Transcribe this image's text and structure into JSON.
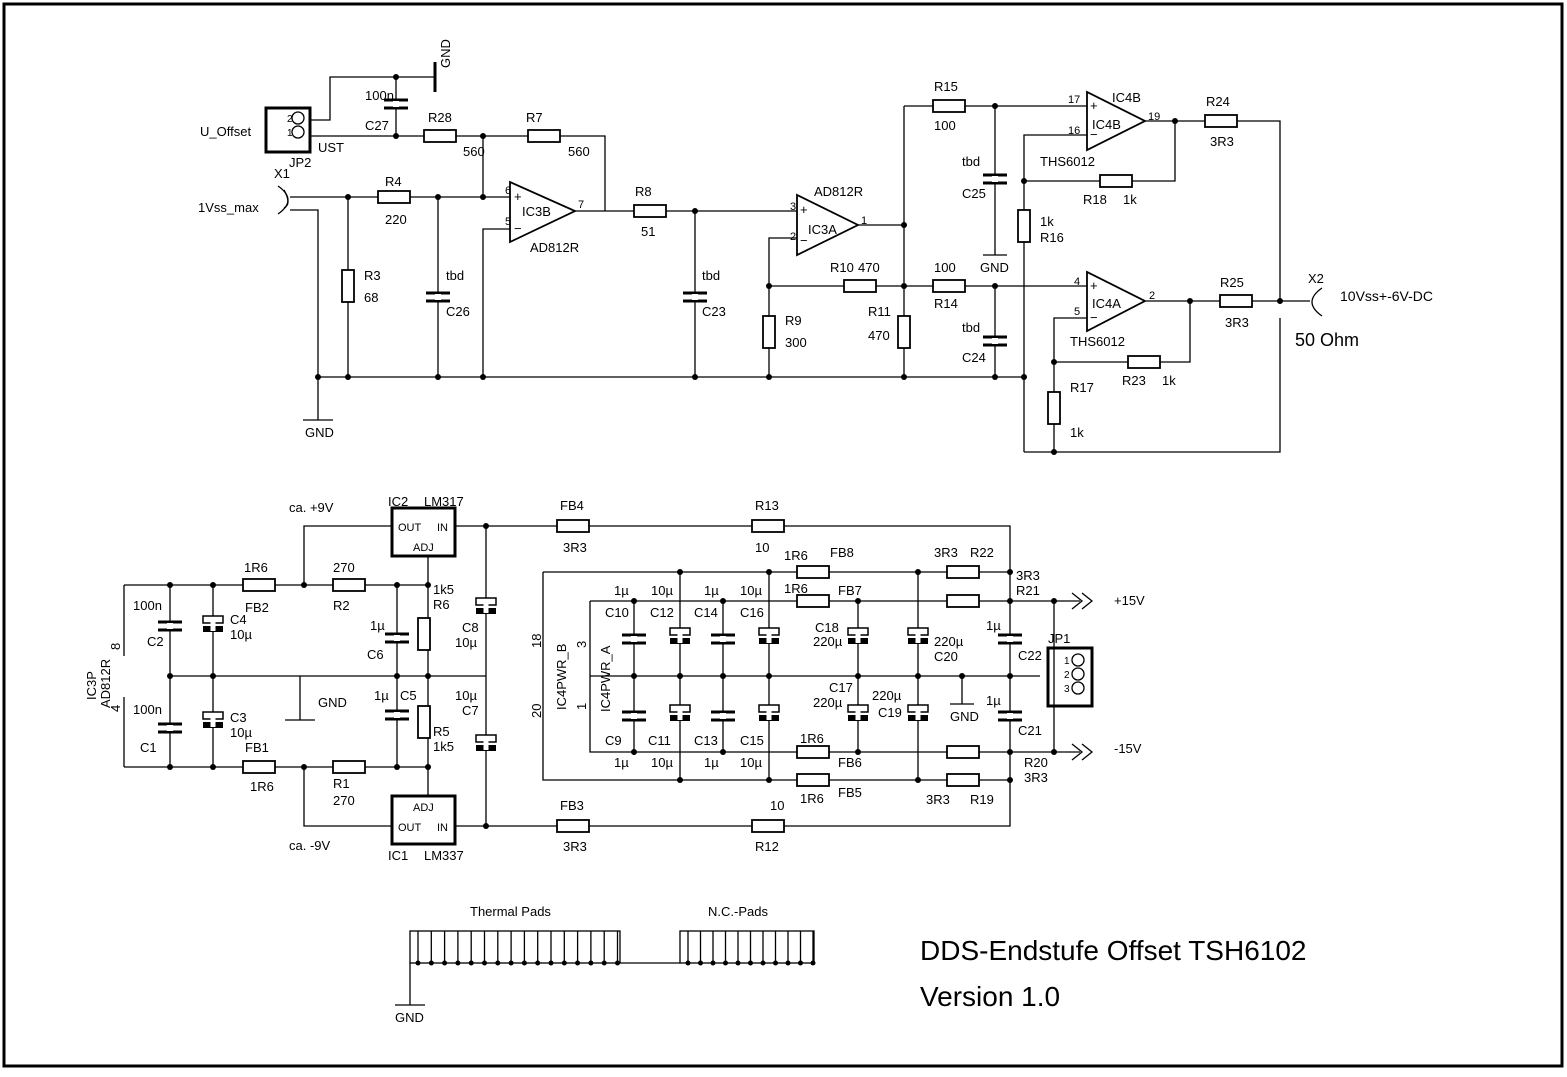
{
  "title": "DDS-Endstufe Offset TSH6102",
  "version": "Version 1.0",
  "labels": {
    "U_Offset": "U_Offset",
    "X1": "X1",
    "in_level": "1Vss_max",
    "JP2": "JP2",
    "UST": "UST",
    "C27": "C27",
    "C27v": "100n",
    "GND": "GND",
    "R28": "R28",
    "R28v": "560",
    "R7": "R7",
    "R7v": "560",
    "R4": "R4",
    "R4v": "220",
    "R3": "R3",
    "R3v": "68",
    "C26": "C26",
    "C26v": "tbd",
    "IC3B": "IC3B",
    "AD812R": "AD812R",
    "R8": "R8",
    "R8v": "51",
    "C23": "C23",
    "C23v": "tbd",
    "IC3A": "IC3A",
    "R10": "R10",
    "R10v": "470",
    "R9": "R9",
    "R9v": "300",
    "R11": "R11",
    "R11v": "470",
    "R15": "R15",
    "R15v": "100",
    "R14": "R14",
    "R14v": "100",
    "C25": "C25",
    "C25v": "tbd",
    "C24": "C24",
    "C24v": "tbd",
    "IC4B": "IC4B",
    "IC4A": "IC4A",
    "THS": "THS6012",
    "R18": "R18",
    "R18v": "1k",
    "R16": "R16",
    "R16v": "1k",
    "R23": "R23",
    "R23v": "1k",
    "R17": "R17",
    "R17v": "1k",
    "R24": "R24",
    "R24v": "3R3",
    "R25": "R25",
    "R25v": "3R3",
    "X2": "X2",
    "out_level": "10Vss+-6V-DC",
    "ohm": "50 Ohm",
    "p6": "6",
    "p5": "5",
    "p7": "7",
    "p3": "3",
    "p2": "2",
    "p1": "1",
    "p17": "17",
    "p16": "16",
    "p19": "19",
    "p4": "4",
    "p5b": "5",
    "p2b": "2",
    "jp2_2": "2",
    "jp2_1": "1",
    "IC2": "IC2",
    "LM317": "LM317",
    "IC1": "IC1",
    "LM337": "LM337",
    "OUT": "OUT",
    "IN": "IN",
    "ADJ": "ADJ",
    "p9": "ca. +9V",
    "m9": "ca. -9V",
    "FB4": "FB4",
    "FB3": "FB3",
    "R13": "R13",
    "R12": "R12",
    "v3R3": "3R3",
    "v10": "10",
    "v1R6": "1R6",
    "v270": "270",
    "v1k5": "1k5",
    "v1u": "1µ",
    "v10u": "10µ",
    "v100n": "100n",
    "v220u": "220µ",
    "FB2": "FB2",
    "FB1": "FB1",
    "R2": "R2",
    "R1": "R1",
    "R6": "R6",
    "R5": "R5",
    "C1": "C1",
    "C2": "C2",
    "C3": "C3",
    "C4": "C4",
    "C5": "C5",
    "C6": "C6",
    "C7": "C7",
    "C8": "C8",
    "IC3P": "IC3P",
    "pin8": "8",
    "pin4": "4",
    "IC4PWR_B": "IC4PWR_B",
    "IC4PWR_A": "IC4PWR_A",
    "p18": "18",
    "p20": "20",
    "p3c": "3",
    "p1c": "1",
    "FB8": "FB8",
    "FB7": "FB7",
    "FB6": "FB6",
    "FB5": "FB5",
    "R22": "R22",
    "R21": "R21",
    "R20": "R20",
    "R19": "R19",
    "C9": "C9",
    "C10": "C10",
    "C11": "C11",
    "C12": "C12",
    "C13": "C13",
    "C14": "C14",
    "C15": "C15",
    "C16": "C16",
    "C17": "C17",
    "C18": "C18",
    "C19": "C19",
    "C20": "C20",
    "C21": "C21",
    "C22": "C22",
    "JP1": "JP1",
    "j1": "1",
    "j2": "2",
    "j3": "3",
    "plus15": "+15V",
    "minus15": "-15V",
    "thermal": "Thermal Pads",
    "nc": "N.C.-Pads"
  }
}
